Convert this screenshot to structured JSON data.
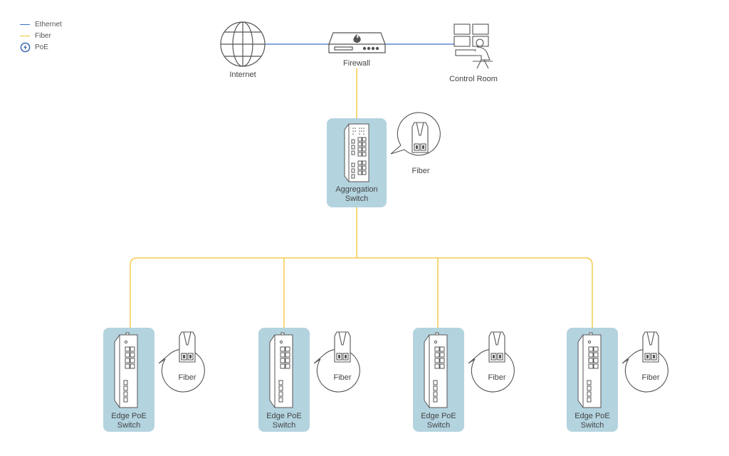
{
  "legend": {
    "ethernet_label": "Ethernet",
    "fiber_label": "Fiber",
    "poe_label": "PoE",
    "ethernet_color": "#3a72c9",
    "fiber_color": "#f2c230",
    "poe_icon": "lightning-circle-icon"
  },
  "top": {
    "internet_label": "Internet",
    "firewall_label": "Firewall",
    "control_room_label": "Control Room"
  },
  "aggregation": {
    "label_line1": "Aggregation",
    "label_line2": "Switch",
    "fiber_label": "Fiber"
  },
  "edge_switches": [
    {
      "label_line1": "Edge PoE",
      "label_line2": "Switch",
      "fiber_label": "Fiber"
    },
    {
      "label_line1": "Edge PoE",
      "label_line2": "Switch",
      "fiber_label": "Fiber"
    },
    {
      "label_line1": "Edge PoE",
      "label_line2": "Switch",
      "fiber_label": "Fiber"
    },
    {
      "label_line1": "Edge PoE",
      "label_line2": "Switch",
      "fiber_label": "Fiber"
    }
  ],
  "colors": {
    "switch_box": "#b3d3df",
    "icon_stroke": "#555555"
  }
}
